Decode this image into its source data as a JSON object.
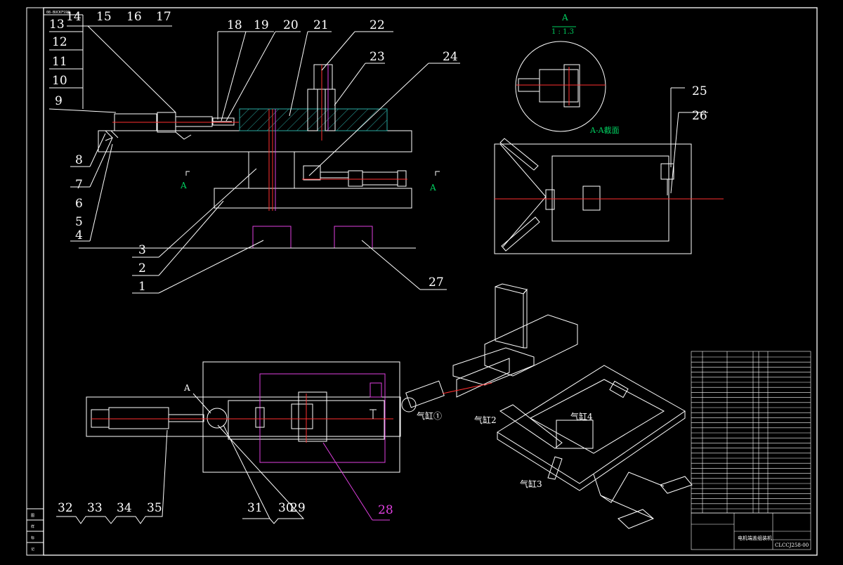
{
  "drawing": {
    "colors": {
      "line": "#ffffff",
      "hatch": "#2aa8a0",
      "center": "#ff3030",
      "magenta": "#e040e0",
      "green": "#00d060",
      "yellow": "#ffff00",
      "background": "#000000"
    },
    "top_left_code": "08-BUCKFS98",
    "section_marks": {
      "left": "A",
      "right": "A"
    },
    "detail": {
      "letter": "A",
      "scale": "1 : 1.3"
    },
    "section_title": "A-A截面",
    "callout_A": "A",
    "cylinders": {
      "c1": "气缸①",
      "c2": "气缸2",
      "c3": "气缸3",
      "c4": "气缸4"
    },
    "title_block": {
      "drawing_name": "电机端盖组装机",
      "drawing_code": "CLCCJ258-00",
      "material": "",
      "left_strip": [
        "图",
        "样",
        "标",
        "记"
      ]
    },
    "part_numbers": {
      "n1": "1",
      "n2": "2",
      "n3": "3",
      "n4": "4",
      "n5": "5",
      "n6": "6",
      "n7": "7",
      "n8": "8",
      "n9": "9",
      "n10": "10",
      "n11": "11",
      "n12": "12",
      "n13": "13",
      "n14": "14",
      "n15": "15",
      "n16": "16",
      "n17": "17",
      "n18": "18",
      "n19": "19",
      "n20": "20",
      "n21": "21",
      "n22": "22",
      "n23": "23",
      "n24": "24",
      "n25": "25",
      "n26": "26",
      "n27": "27",
      "n28": "28",
      "n29": "29",
      "n30": "30",
      "n31": "31",
      "n32": "32",
      "n33": "33",
      "n34": "34",
      "n35": "35"
    }
  }
}
